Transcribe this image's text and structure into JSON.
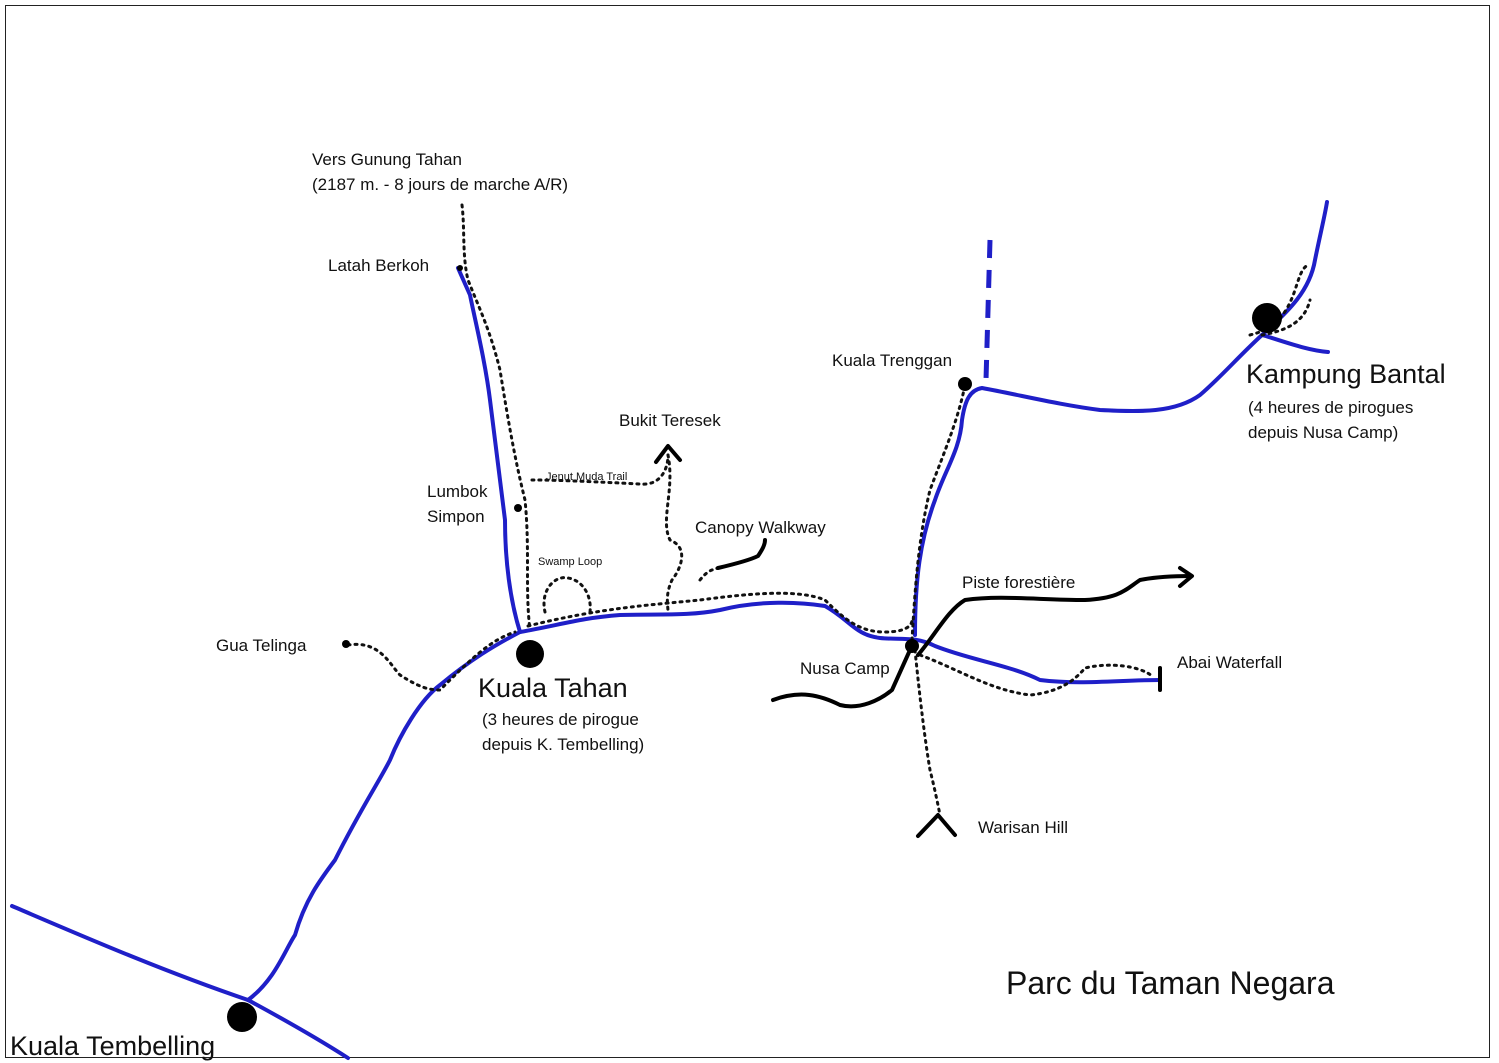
{
  "map": {
    "title": "Parc du Taman Negara",
    "colors": {
      "river": "#1f1fc8",
      "trail": "#111111",
      "road": "#000000"
    },
    "places": {
      "gunung_tahan_1": "Vers Gunung Tahan",
      "gunung_tahan_2": "(2187 m. - 8 jours de marche A/R)",
      "latah_berkoh": "Latah Berkoh",
      "bukit_teresek": "Bukit Teresek",
      "jenut_muda": "Jenut Muda Trail",
      "lumbok_1": "Lumbok",
      "lumbok_2": "Simpon",
      "swamp_loop": "Swamp Loop",
      "canopy": "Canopy Walkway",
      "gua_telinga": "Gua Telinga",
      "kuala_tahan": "Kuala Tahan",
      "kuala_tahan_note_1": "(3 heures de pirogue",
      "kuala_tahan_note_2": "depuis K. Tembelling)",
      "kuala_trenggan": "Kuala Trenggan",
      "piste": "Piste forestière",
      "nusa_camp": "Nusa Camp",
      "abai": "Abai Waterfall",
      "warisan": "Warisan Hill",
      "kampung_bantal": "Kampung Bantal",
      "kampung_bantal_note_1": "(4 heures de pirogues",
      "kampung_bantal_note_2": "depuis Nusa Camp)",
      "kuala_tembelling": "Kuala Tembelling"
    }
  }
}
